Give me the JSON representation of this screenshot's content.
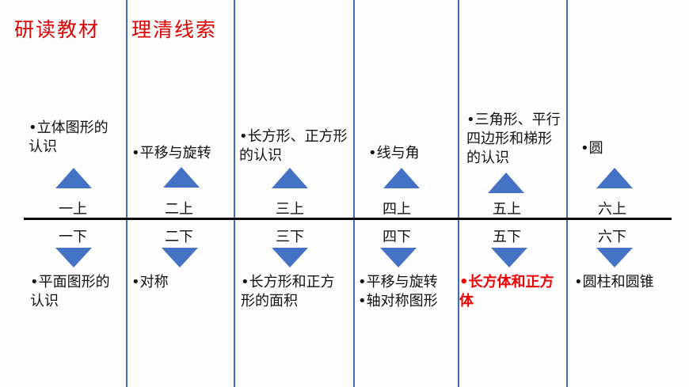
{
  "titles": {
    "left": "研读教材",
    "right": "理清线索"
  },
  "colors": {
    "title": "#e00000",
    "divider": "#3f6bb5",
    "triangle": "#4472c4",
    "highlight": "#ee0000",
    "timeline": "#000000"
  },
  "columns": [
    {
      "upper": {
        "grade": "一上",
        "items": [
          "•立体图形的认识"
        ]
      },
      "lower": {
        "grade": "一下",
        "items": [
          "•平面图形的认识"
        ]
      }
    },
    {
      "upper": {
        "grade": "二上",
        "items": [
          "•平移与旋转"
        ]
      },
      "lower": {
        "grade": "二下",
        "items": [
          "•对称"
        ]
      }
    },
    {
      "upper": {
        "grade": "三上",
        "items": [
          "•长方形、正方形的认识"
        ]
      },
      "lower": {
        "grade": "三下",
        "items": [
          "•长方形和正方形的面积"
        ]
      }
    },
    {
      "upper": {
        "grade": "四上",
        "items": [
          "•线与角"
        ]
      },
      "lower": {
        "grade": "四下",
        "items": [
          "•平移与旋转",
          "•轴对称图形"
        ]
      }
    },
    {
      "upper": {
        "grade": "五上",
        "items": [
          "•三角形、平行四边形和梯形的认识"
        ]
      },
      "lower": {
        "grade": "五下",
        "items": [
          "•长方体和正方体"
        ],
        "highlighted": true
      }
    },
    {
      "upper": {
        "grade": "六上",
        "items": [
          "•圆"
        ]
      },
      "lower": {
        "grade": "六下",
        "items": [
          "•圆柱和圆锥"
        ]
      }
    }
  ],
  "icons": {
    "up": "triangle-up-icon",
    "down": "triangle-down-icon"
  }
}
